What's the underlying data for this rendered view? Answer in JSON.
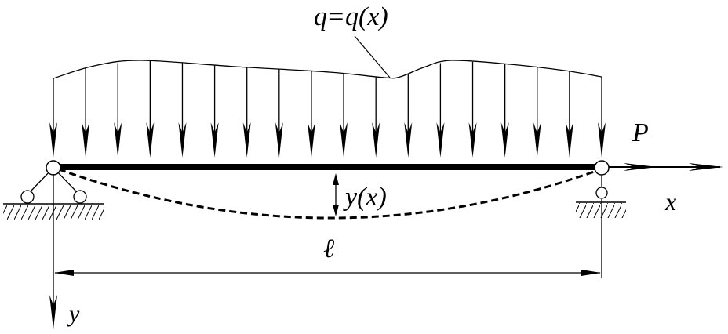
{
  "labels": {
    "load": "q=q(x)",
    "deflection": "y(x)",
    "force": "P",
    "x_axis": "x",
    "y_axis": "y",
    "length": "ℓ"
  },
  "colors": {
    "ink": "#000000",
    "background": "#ffffff"
  }
}
